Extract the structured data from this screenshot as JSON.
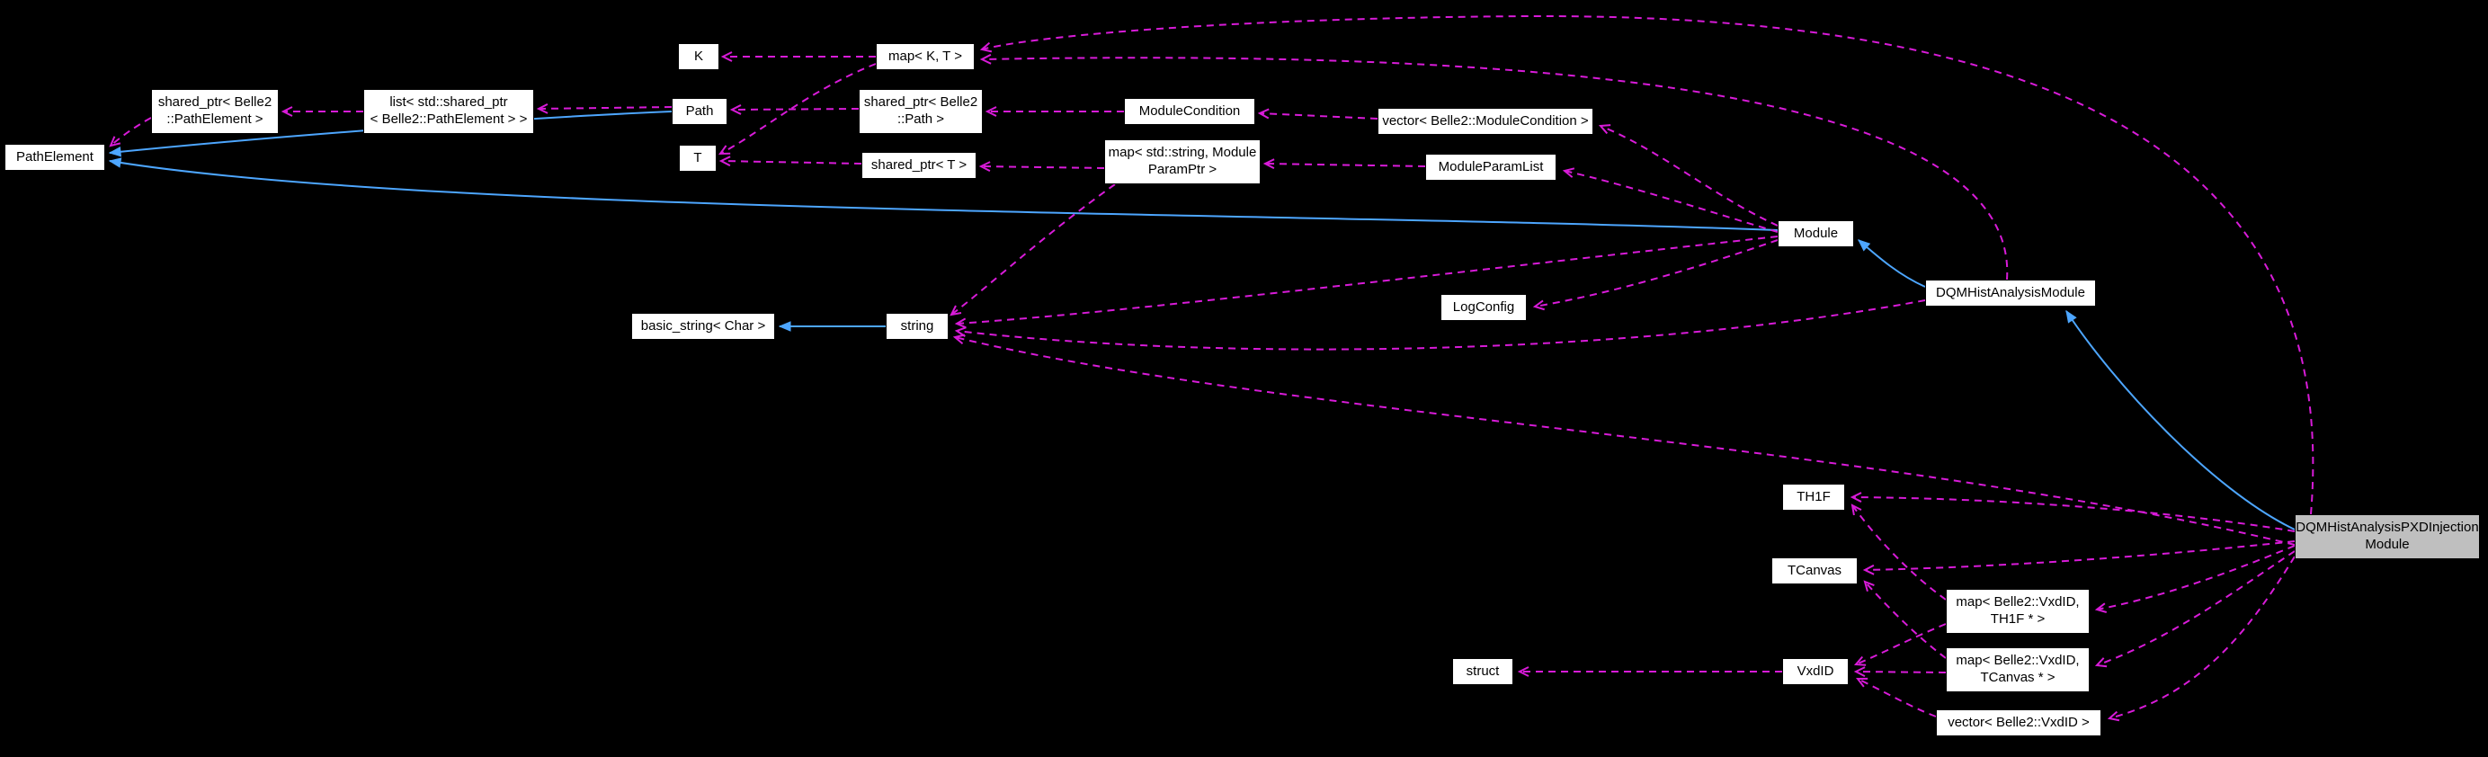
{
  "diagram_type": "doxygen-collaboration-graph",
  "colors": {
    "background": "#000000",
    "node_fill": "#ffffff",
    "node_text": "#000000",
    "highlight_node_fill": "#bfbfbf",
    "inheritance_edge": "#4da6ff",
    "collaboration_edge": "#d81bd8"
  },
  "nodes": [
    {
      "id": "pathelement",
      "label": "PathElement"
    },
    {
      "id": "shared-ptr-pathelement",
      "label": "shared_ptr< Belle2\n::PathElement >"
    },
    {
      "id": "list-shared-ptr-pathelement",
      "label": "list< std::shared_ptr\n< Belle2::PathElement > >"
    },
    {
      "id": "k",
      "label": "K"
    },
    {
      "id": "path",
      "label": "Path"
    },
    {
      "id": "t",
      "label": "T"
    },
    {
      "id": "map-k-t",
      "label": "map< K, T >"
    },
    {
      "id": "shared-ptr-path",
      "label": "shared_ptr< Belle2\n::Path >"
    },
    {
      "id": "shared-ptr-t",
      "label": "shared_ptr< T >"
    },
    {
      "id": "modulecondition",
      "label": "ModuleCondition"
    },
    {
      "id": "map-string-moduleparamptr",
      "label": "map< std::string, Module\nParamPtr >"
    },
    {
      "id": "vector-modulecondition",
      "label": "vector< Belle2::ModuleCondition >"
    },
    {
      "id": "moduleparamlist",
      "label": "ModuleParamList"
    },
    {
      "id": "module",
      "label": "Module"
    },
    {
      "id": "dqmhistanalysismodule",
      "label": "DQMHistAnalysisModule"
    },
    {
      "id": "logconfig",
      "label": "LogConfig"
    },
    {
      "id": "basic-string-char",
      "label": "basic_string< Char >"
    },
    {
      "id": "string",
      "label": "string"
    },
    {
      "id": "th1f",
      "label": "TH1F"
    },
    {
      "id": "tcanvas",
      "label": "TCanvas"
    },
    {
      "id": "map-vxdid-th1f",
      "label": "map< Belle2::VxdID,\nTH1F * >"
    },
    {
      "id": "struct",
      "label": "struct"
    },
    {
      "id": "vxdid",
      "label": "VxdID"
    },
    {
      "id": "map-vxdid-tcanvas",
      "label": "map< Belle2::VxdID,\nTCanvas * >"
    },
    {
      "id": "vector-vxdid",
      "label": "vector< Belle2::VxdID >"
    },
    {
      "id": "dqmhistanalysispxdinjectionmodule",
      "label": "DQMHistAnalysisPXDInjection\nModule"
    }
  ],
  "edges": [
    {
      "from": "path",
      "to": "pathelement",
      "type": "inheritance"
    },
    {
      "from": "module",
      "to": "pathelement",
      "type": "inheritance"
    },
    {
      "from": "string",
      "to": "basic-string-char",
      "type": "inheritance"
    },
    {
      "from": "dqmhistanalysismodule",
      "to": "module",
      "type": "inheritance"
    },
    {
      "from": "dqmhistanalysispxdinjectionmodule",
      "to": "dqmhistanalysismodule",
      "type": "inheritance"
    },
    {
      "from": "map-k-t",
      "to": "k",
      "type": "collaboration"
    },
    {
      "from": "map-k-t",
      "to": "t",
      "type": "collaboration"
    },
    {
      "from": "shared-ptr-path",
      "to": "path",
      "type": "collaboration"
    },
    {
      "from": "shared-ptr-t",
      "to": "t",
      "type": "collaboration"
    },
    {
      "from": "list-shared-ptr-pathelement",
      "to": "shared-ptr-pathelement",
      "type": "collaboration"
    },
    {
      "from": "shared-ptr-pathelement",
      "to": "pathelement",
      "type": "collaboration"
    },
    {
      "from": "path",
      "to": "list-shared-ptr-pathelement",
      "type": "collaboration"
    },
    {
      "from": "modulecondition",
      "to": "shared-ptr-path",
      "type": "collaboration"
    },
    {
      "from": "vector-modulecondition",
      "to": "modulecondition",
      "type": "collaboration"
    },
    {
      "from": "map-string-moduleparamptr",
      "to": "shared-ptr-t",
      "type": "collaboration"
    },
    {
      "from": "moduleparamlist",
      "to": "map-string-moduleparamptr",
      "type": "collaboration"
    },
    {
      "from": "module",
      "to": "vector-modulecondition",
      "type": "collaboration"
    },
    {
      "from": "module",
      "to": "moduleparamlist",
      "type": "collaboration"
    },
    {
      "from": "module",
      "to": "logconfig",
      "type": "collaboration"
    },
    {
      "from": "module",
      "to": "string",
      "type": "collaboration"
    },
    {
      "from": "map-string-moduleparamptr",
      "to": "string",
      "type": "collaboration"
    },
    {
      "from": "dqmhistanalysismodule",
      "to": "map-k-t",
      "type": "collaboration"
    },
    {
      "from": "dqmhistanalysispxdinjectionmodule",
      "to": "map-k-t",
      "type": "collaboration"
    },
    {
      "from": "dqmhistanalysismodule",
      "to": "string",
      "type": "collaboration"
    },
    {
      "from": "dqmhistanalysispxdinjectionmodule",
      "to": "string",
      "type": "collaboration"
    },
    {
      "from": "dqmhistanalysispxdinjectionmodule",
      "to": "th1f",
      "type": "collaboration"
    },
    {
      "from": "dqmhistanalysispxdinjectionmodule",
      "to": "tcanvas",
      "type": "collaboration"
    },
    {
      "from": "map-vxdid-th1f",
      "to": "th1f",
      "type": "collaboration"
    },
    {
      "from": "map-vxdid-th1f",
      "to": "vxdid",
      "type": "collaboration"
    },
    {
      "from": "map-vxdid-tcanvas",
      "to": "tcanvas",
      "type": "collaboration"
    },
    {
      "from": "map-vxdid-tcanvas",
      "to": "vxdid",
      "type": "collaboration"
    },
    {
      "from": "vector-vxdid",
      "to": "vxdid",
      "type": "collaboration"
    },
    {
      "from": "vxdid",
      "to": "struct",
      "type": "collaboration"
    },
    {
      "from": "dqmhistanalysispxdinjectionmodule",
      "to": "map-vxdid-th1f",
      "type": "collaboration"
    },
    {
      "from": "dqmhistanalysispxdinjectionmodule",
      "to": "map-vxdid-tcanvas",
      "type": "collaboration"
    },
    {
      "from": "dqmhistanalysispxdinjectionmodule",
      "to": "vector-vxdid",
      "type": "collaboration"
    }
  ]
}
